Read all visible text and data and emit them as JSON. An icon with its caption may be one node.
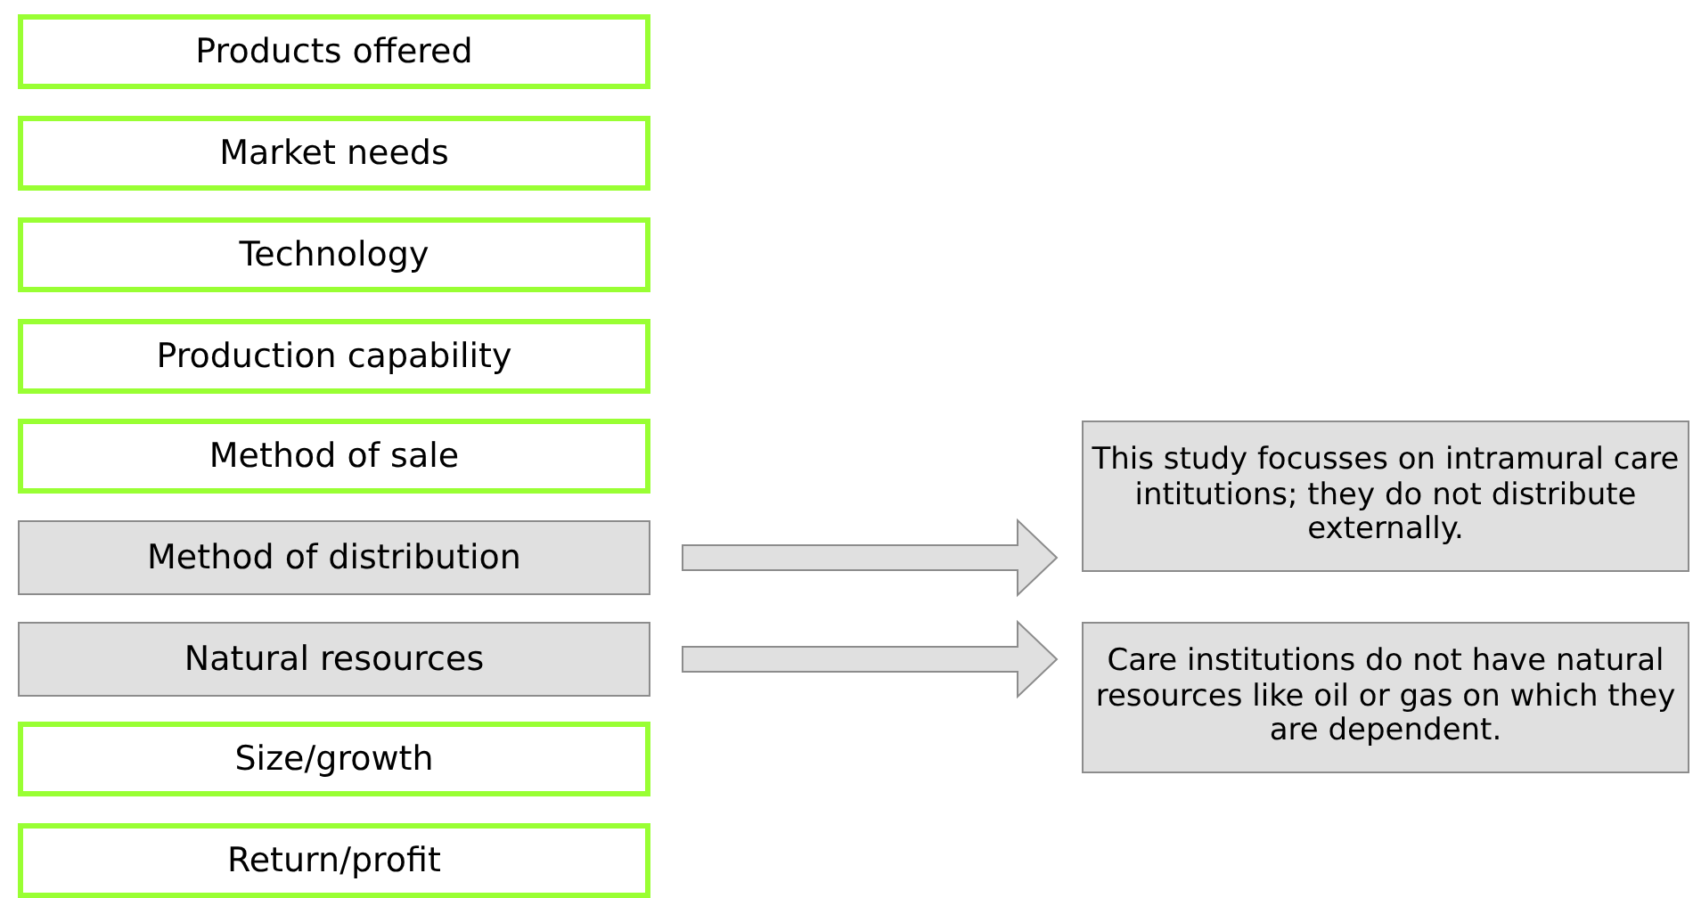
{
  "diagram": {
    "nodes": [
      {
        "text": [
          "Products offered"
        ]
      },
      {
        "text": [
          "Market needs"
        ]
      },
      {
        "text": [
          "Technology"
        ]
      },
      {
        "text": [
          "Production capability"
        ]
      },
      {
        "text": [
          "Method of sale"
        ]
      },
      {
        "text": [
          "Method of distribution"
        ]
      },
      {
        "text": [
          "Natural resources"
        ]
      },
      {
        "text": [
          "Size/growth"
        ]
      },
      {
        "text": [
          "Return/profit"
        ]
      },
      {
        "text": [
          "This study focusses on intramural care intitutions; they do not distribute externally."
        ]
      },
      {
        "text": [
          "Care institutions do not have natural resources like oil or gas on which they are dependent."
        ]
      }
    ],
    "edges": [
      {
        "from": 5,
        "to": 9,
        "arrow": "to"
      },
      {
        "from": 6,
        "to": 10,
        "arrow": "to"
      }
    ]
  }
}
